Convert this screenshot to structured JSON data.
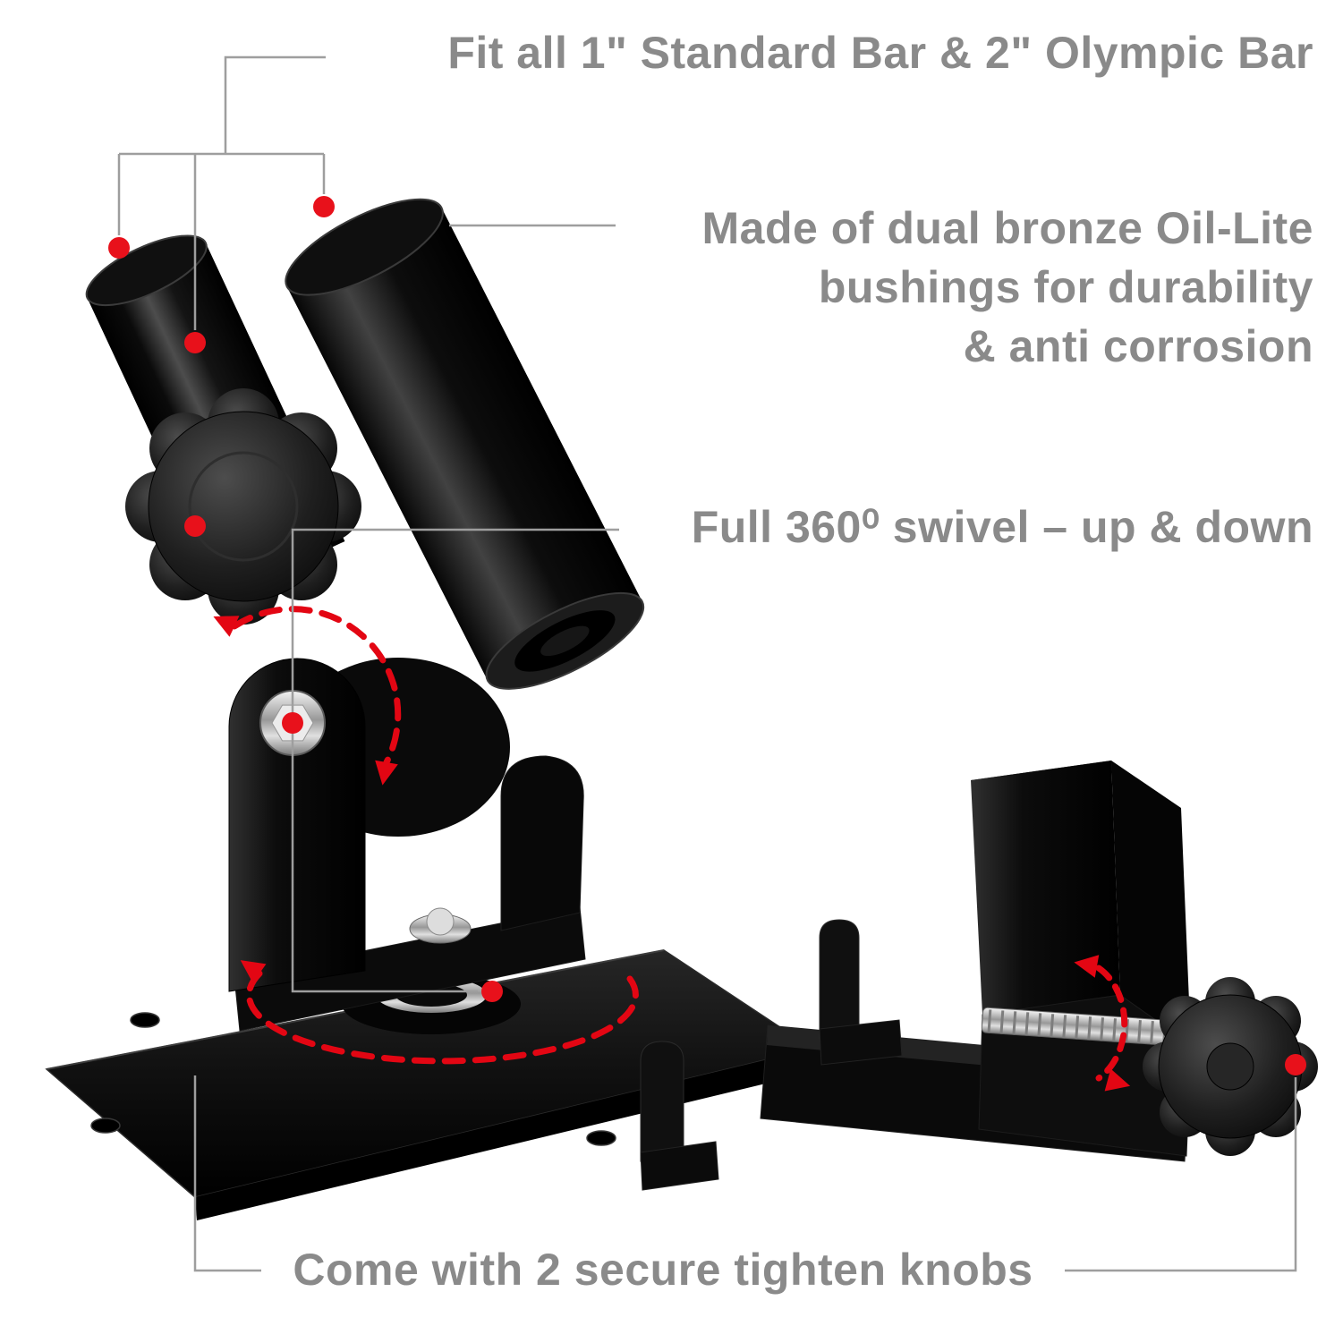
{
  "annotations": {
    "top": "Fit all 1\" Standard Bar & 2\" Olympic Bar",
    "made_line1": "Made of dual bronze Oil-Lite",
    "made_line2": "bushings for durability",
    "made_line3": "& anti corrosion",
    "swivel": "Full 360⁰ swivel – up & down",
    "bottom": "Come with 2 secure tighten knobs"
  },
  "colors": {
    "annotation_text": "#8a8a8a",
    "callout_line": "#9e9e9e",
    "marker_dot": "#e8111b",
    "rotation_arrow": "#e30613",
    "product": "#0a0a0a",
    "background": "#ffffff"
  },
  "markers": {
    "count": 7
  }
}
